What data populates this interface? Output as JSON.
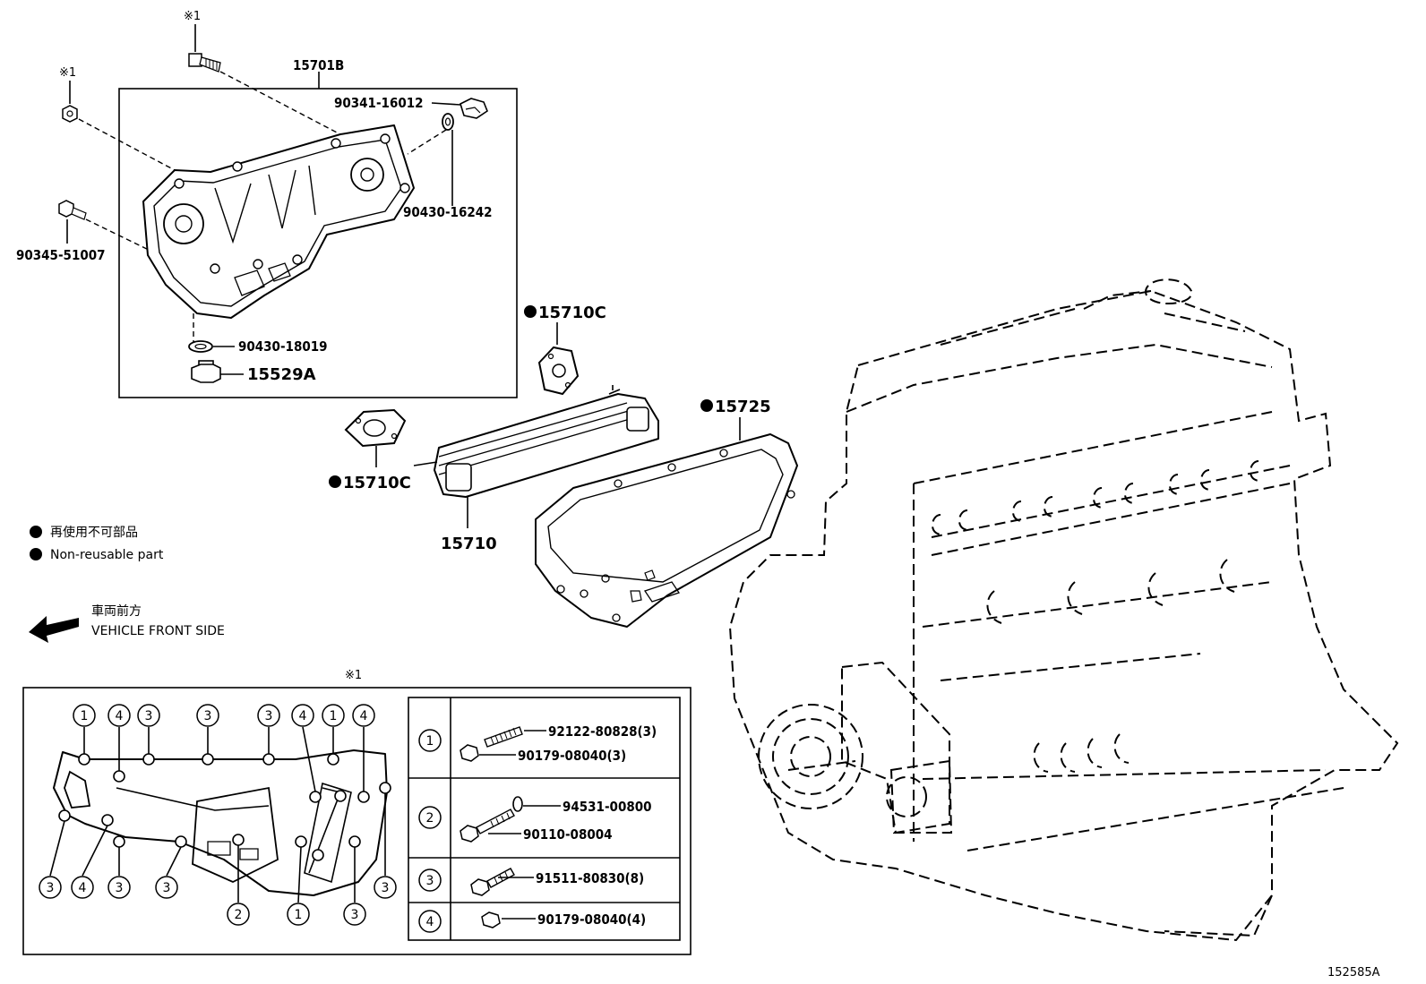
{
  "parts": {
    "oil_cooler_assy": "15701B",
    "drain_plug_top": "90341-16012",
    "gasket_top": "90430-16242",
    "bolt_left": "90345-51007",
    "gasket_bottom": "90430-18019",
    "plug_bottom": "15529A",
    "gasket_c_upper": "15710C",
    "gasket_c_lower": "15710C",
    "gasket_cover": "15725",
    "cooler_element": "15710"
  },
  "reference_mark": "※1",
  "legend": {
    "non_reusable_jp": "再使用不可部品",
    "non_reusable_en": "Non-reusable part"
  },
  "direction": {
    "jp": "車両前方",
    "en": "VEHICLE FRONT SIDE"
  },
  "detail": {
    "title": "※1",
    "top_markers": [
      "1",
      "4",
      "3",
      "3",
      "3",
      "4",
      "1",
      "4"
    ],
    "bottom_markers": [
      "3",
      "4",
      "3",
      "3",
      "2",
      "1",
      "3",
      "3"
    ],
    "table": [
      {
        "marker": "1",
        "items": [
          "92122-80828(3)",
          "90179-08040(3)"
        ]
      },
      {
        "marker": "2",
        "items": [
          "94531-00800",
          "90110-08004"
        ]
      },
      {
        "marker": "3",
        "items": [
          "91511-80830(8)"
        ]
      },
      {
        "marker": "4",
        "items": [
          "90179-08040(4)"
        ]
      }
    ]
  },
  "diagram_code": "152585A"
}
